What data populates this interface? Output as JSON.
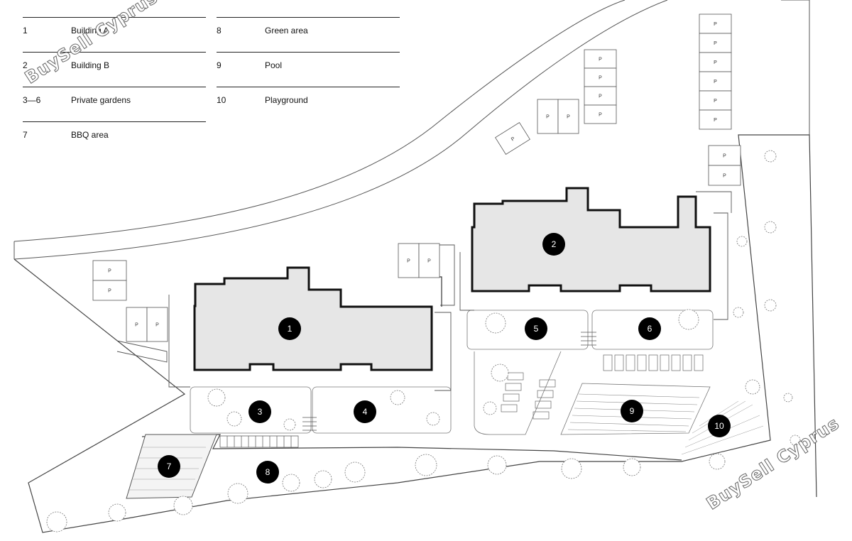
{
  "legend": {
    "left": [
      {
        "num": "1",
        "label": "Building A"
      },
      {
        "num": "2",
        "label": "Building B"
      },
      {
        "num": "3—6",
        "label": "Private gardens"
      },
      {
        "num": "7",
        "label": "BBQ area"
      }
    ],
    "right": [
      {
        "num": "8",
        "label": "Green area"
      },
      {
        "num": "9",
        "label": "Pool"
      },
      {
        "num": "10",
        "label": "Playground"
      }
    ]
  },
  "markers": [
    "1",
    "2",
    "3",
    "4",
    "5",
    "6",
    "7",
    "8",
    "9",
    "10"
  ],
  "parking_label": "P",
  "watermark": "BuySell Cyprus",
  "colors": {
    "building_fill": "#e6e6e6",
    "building_stroke": "#111111",
    "marker": "#000000",
    "line": "#444444"
  }
}
